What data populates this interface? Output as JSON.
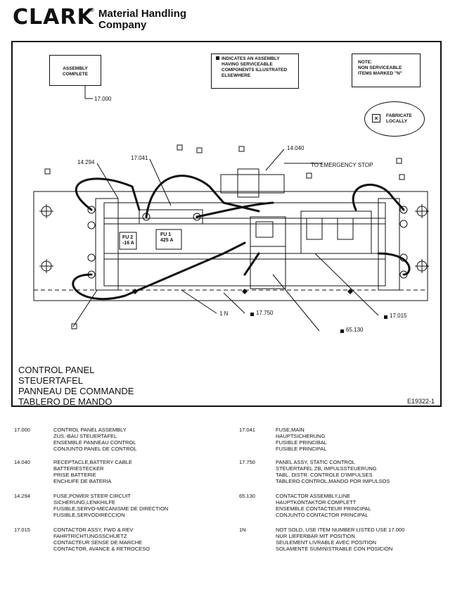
{
  "header": {
    "logo_text": "CLARK",
    "reg_mark": "®",
    "company_line1": "Material Handling",
    "company_line2": "Company"
  },
  "diagram": {
    "assembly_box": [
      "ASSEMBLY",
      "COMPLETE"
    ],
    "assembly_ref": "17.000",
    "indicates_box": [
      "INDICATES AN ASSEMBLY",
      "HAVING SERVICEABLE",
      "COMPONENTS ILLUSTRATED",
      "ELSEWHERE"
    ],
    "note_box": [
      "NOTE:",
      "NON SERVICEABLE",
      "ITEMS MARKED \"N\""
    ],
    "fabricate": [
      "FABRICATE",
      "LOCALLY"
    ],
    "labels": {
      "l14040": "14.040",
      "l14294": "14.294",
      "l17041": "17.041",
      "emergency": "TO EMERGENCY STOP",
      "fu2": [
        "FU 2",
        "-16 A"
      ],
      "fu1": [
        "FU 1",
        "425 A"
      ],
      "l1n": "1 N",
      "l17750": "17.750",
      "l65130": "65.130",
      "l17015": "17.015"
    },
    "title_lines": [
      "CONTROL PANEL",
      "STEUERTAFEL",
      "PANNEAU DE COMMANDE",
      "TABLERO DE MANDO"
    ],
    "figure_id": "E19322-1"
  },
  "parts": [
    {
      "no": "17.000",
      "lines": [
        "CONTROL PANEL ASSEMBLY",
        "ZUS.-BAU STEUERTAFEL",
        "ENSEMBLE PANNEAU CONTROL",
        "CONJUNTO PANEL DE CONTROL"
      ]
    },
    {
      "no": "17.041",
      "lines": [
        "FUSE,MAIN",
        "HAUPTSICHERUNG",
        "FUSIBLE PRINCIBAL",
        "FUSIBLE PRINCIPAL"
      ]
    },
    {
      "no": "14.040",
      "lines": [
        "RECEPTACLE,BATTERY CABLE",
        "BATTERIESTECKER",
        "PRISE BATTERIE",
        "ENCHUFE DE BATERIA"
      ]
    },
    {
      "no": "17.750",
      "lines": [
        "PANEL ASSY, STATIC CONTROL",
        "STEUERTAFEL ZB, IMPULSSTEUERUNG",
        "TABL. DISTR. CONTROLE D'IMPULSES",
        "TABLERO CONTROL,MANDO POR IMPULSOS"
      ]
    },
    {
      "no": "14.294",
      "lines": [
        "FUSE,POWER STEER CIRCUIT",
        "SICHERUNG,LENKHILFE",
        "FUSIBLE,SERVO-MECANISME DE DIRECTION",
        "FUSIBLE,SERVODIRECCION"
      ]
    },
    {
      "no": "65.130",
      "lines": [
        "CONTACTOR ASSEMBLY,LINE",
        "HAUPTKONTAKTOR COMPLETT",
        "ENSEMBLE CONTACTEUR PRINCIPAL",
        "CONJUNTO CONTACTOR PRINCIPAL"
      ]
    },
    {
      "no": "17.015",
      "lines": [
        "CONTACTOR ASSY, FWD & REV",
        "FAHRTRICHTUNGSSCHUETZ",
        "CONTACTEUR SENSE DE MARCHE",
        "CONTACTOR, AVANCE & RETROCESO"
      ]
    },
    {
      "no": "1N",
      "lines": [
        "NOT SOLD, USE ITEM NUMBER LISTED    USE  17.000",
        "NUR LIEFERBAR MIT POSITION",
        "SEULEMENT LIVRABLE AVEC POSITION",
        "SOLAMENTE SUMINISTRABLE CON POSICION"
      ]
    }
  ]
}
